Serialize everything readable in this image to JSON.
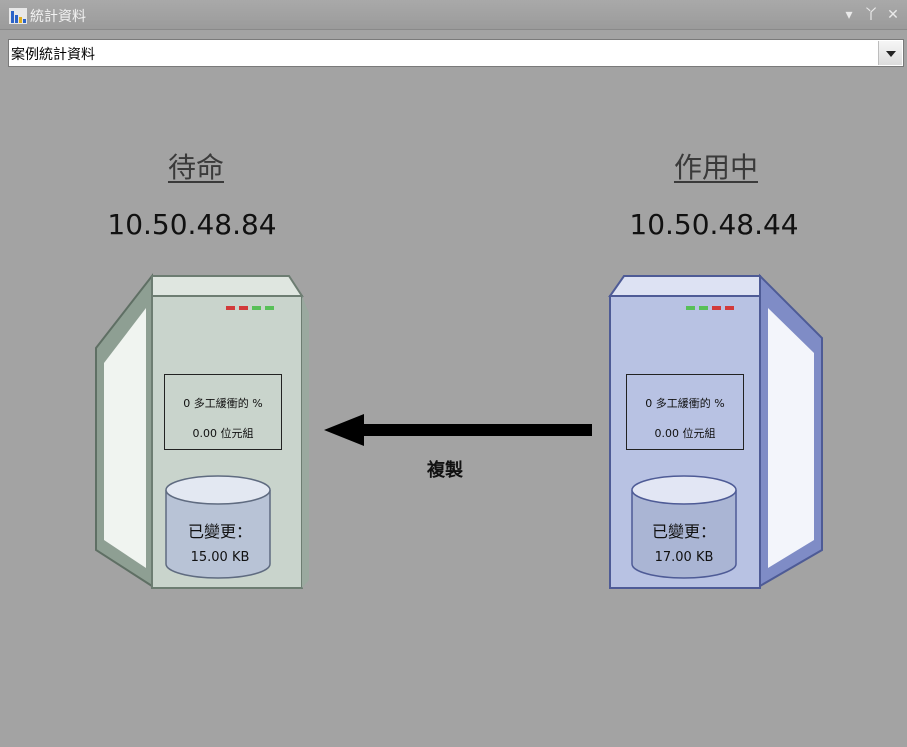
{
  "window": {
    "title": "統計資料",
    "buttons": [
      "dropdown-menu",
      "pin",
      "close"
    ]
  },
  "selector": {
    "value": "案例統計資料"
  },
  "left_server": {
    "role": "待命",
    "ip": "10.50.48.84",
    "line1": "0 多工緩衝的 %",
    "line2": "0.00 位元組",
    "changed_label": "已變更：",
    "changed_value": "15.00 KB",
    "color": "#c9d4cc",
    "leds": [
      "red",
      "red",
      "green",
      "green"
    ]
  },
  "right_server": {
    "role": "作用中",
    "ip": "10.50.48.44",
    "line1": "0 多工緩衝的 %",
    "line2": "0.00 位元組",
    "changed_label": "已變更：",
    "changed_value": "17.00 KB",
    "color": "#b8c2e3",
    "leds": [
      "green",
      "green",
      "red",
      "red"
    ]
  },
  "replication": {
    "label": "複製",
    "direction": "right-to-left"
  },
  "colors": {
    "background": "#a3a3a3",
    "arrow": "#000000"
  }
}
